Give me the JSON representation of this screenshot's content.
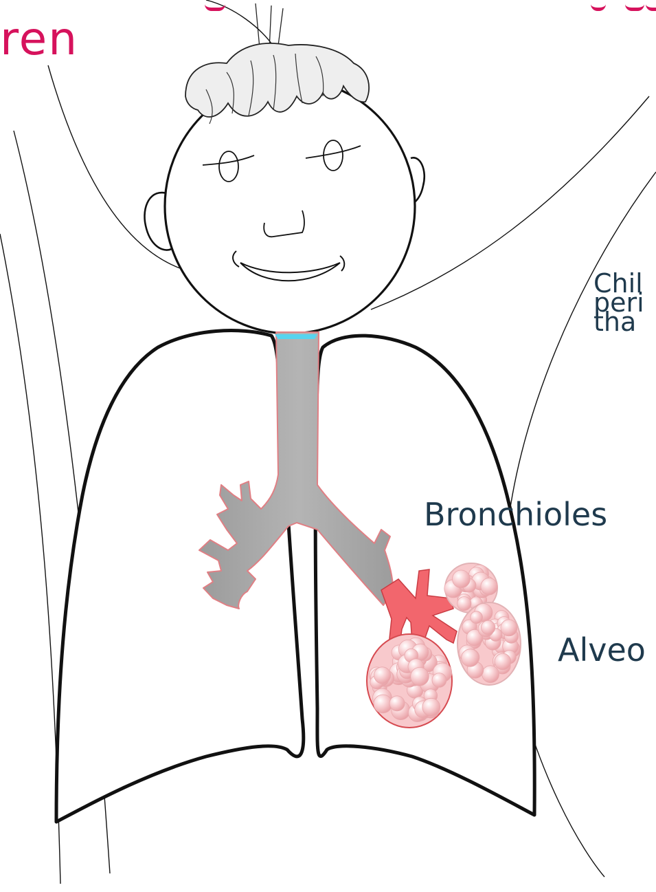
{
  "title_fragment": "ren",
  "labels": {
    "bronchioles": "Bronchioles",
    "alveoli": "Alveo"
  },
  "side_note_lines": [
    "Chil",
    "peri",
    "tha"
  ],
  "colors": {
    "title": "#d6125c",
    "label_text": "#1f3a4d",
    "outline": "#111111",
    "hair": "#eeeeee",
    "airway_fill": "#a3a3a3",
    "airway_edge": "#e07f84",
    "bronchiole_fill": "#f2666d",
    "alveoli_fill": "#f8c9cc",
    "alveoli_edge": "#d64a50",
    "trachea_tip": "#58d4ef"
  }
}
